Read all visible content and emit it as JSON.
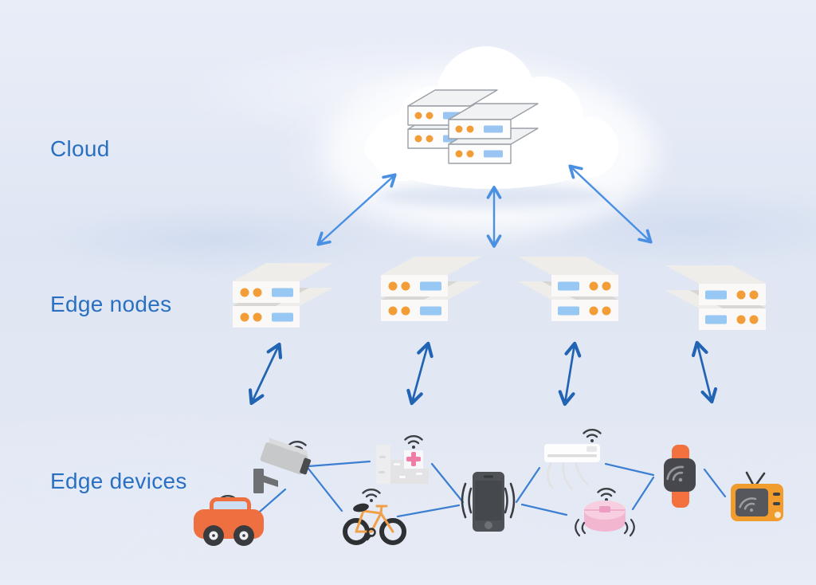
{
  "diagram": {
    "layers": [
      {
        "id": "cloud",
        "label": "Cloud",
        "nodes": [
          {
            "name": "cloud-server-cluster",
            "type": "server-stack",
            "servers": 4
          }
        ]
      },
      {
        "id": "edge-nodes",
        "label": "Edge nodes",
        "nodes": [
          {
            "name": "edge-node-1",
            "type": "server-stack",
            "servers": 2
          },
          {
            "name": "edge-node-2",
            "type": "server-stack",
            "servers": 2
          },
          {
            "name": "edge-node-3",
            "type": "server-stack",
            "servers": 2,
            "mirrored": true
          },
          {
            "name": "edge-node-4",
            "type": "server-stack",
            "servers": 2,
            "mirrored": true
          }
        ]
      },
      {
        "id": "edge-devices",
        "label": "Edge devices",
        "nodes": [
          {
            "name": "car",
            "icon": "car-icon"
          },
          {
            "name": "security-camera",
            "icon": "cctv-icon"
          },
          {
            "name": "hospital-building",
            "icon": "hospital-icon"
          },
          {
            "name": "bicycle",
            "icon": "bicycle-icon"
          },
          {
            "name": "smartphone",
            "icon": "smartphone-icon"
          },
          {
            "name": "air-conditioner",
            "icon": "air-conditioner-icon"
          },
          {
            "name": "robot-vacuum",
            "icon": "robot-vacuum-icon"
          },
          {
            "name": "smartwatch",
            "icon": "smartwatch-icon"
          },
          {
            "name": "television",
            "icon": "tv-icon"
          }
        ]
      }
    ],
    "connections": {
      "cloud_to_edge_nodes": [
        {
          "from": "cloud",
          "to": "edge-node-1",
          "style": "double-arrow"
        },
        {
          "from": "cloud",
          "to": "edge-node-2",
          "style": "double-arrow"
        },
        {
          "from": "cloud",
          "to": "edge-node-3",
          "style": "double-arrow"
        }
      ],
      "edge_nodes_to_devices": [
        {
          "from": "edge-node-1",
          "to": "security-camera",
          "style": "double-arrow"
        },
        {
          "from": "edge-node-2",
          "to": "hospital-building",
          "style": "double-arrow"
        },
        {
          "from": "edge-node-3",
          "to": "air-conditioner",
          "style": "double-arrow"
        },
        {
          "from": "edge-node-4",
          "to": "smartwatch",
          "style": "double-arrow"
        }
      ],
      "device_links": [
        [
          "car",
          "security-camera"
        ],
        [
          "security-camera",
          "hospital-building"
        ],
        [
          "security-camera",
          "bicycle"
        ],
        [
          "hospital-building",
          "smartphone"
        ],
        [
          "bicycle",
          "smartphone"
        ],
        [
          "smartphone",
          "air-conditioner"
        ],
        [
          "smartphone",
          "robot-vacuum"
        ],
        [
          "air-conditioner",
          "smartwatch"
        ],
        [
          "robot-vacuum",
          "smartwatch"
        ],
        [
          "smartwatch",
          "television"
        ]
      ]
    }
  },
  "colors": {
    "label_text": "#2a70c2",
    "arrow_cloud_tier": "#4a90e2",
    "arrow_device_tier": "#2164b4",
    "device_link_line": "#3b7ed2",
    "server_led_orange": "#f29d38",
    "server_bar_blue": "#97c7f3",
    "cloud_fill": "#ffffff",
    "car_orange": "#ee7040",
    "hospital_cross_pink": "#f07ca8",
    "vacuum_pink": "#f3b6d0",
    "watch_band_orange": "#f2713e",
    "tv_orange": "#f09d2e",
    "wifi_dark": "#3c4043"
  }
}
